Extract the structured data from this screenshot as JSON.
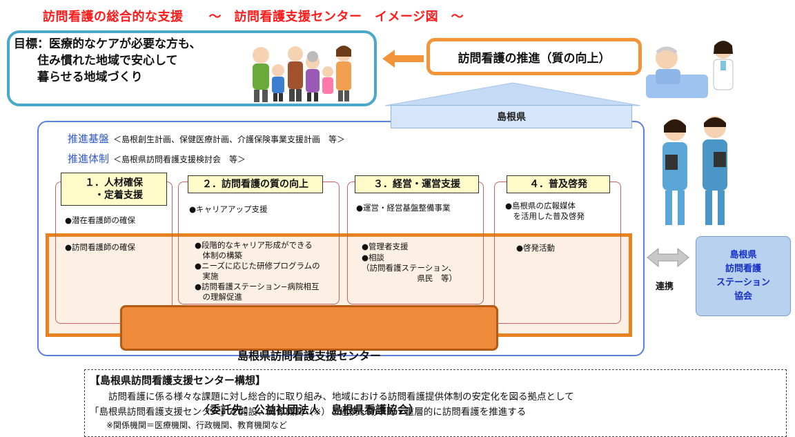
{
  "title": "訪問看護の総合的な支援　　～　訪問看護支援センター　イメージ図　～",
  "goal": {
    "text": "目標：医療的なケアが必要な方も、\n　　住み慣れた地域で安心して\n　　暮らせる地域づくり"
  },
  "promotion": {
    "label": "訪問看護の推進（質の向上）"
  },
  "prefecture": {
    "label": "島根県"
  },
  "basis": [
    {
      "label": "推進基盤",
      "detail": "＜島根創生計画、保健医療計画、介護保険事業支援計画　等＞"
    },
    {
      "label": "推進体制",
      "detail": "＜島根県訪問看護支援検討会　等＞"
    }
  ],
  "columns": [
    {
      "heading": "１．人材確保\n　・定着支援",
      "top_items": [
        "●潜在看護師の確保"
      ],
      "band_items": [
        "●訪問看護師の確保"
      ]
    },
    {
      "heading": "２．訪問看護の質の向上",
      "top_items": [
        "●キャリアアップ支援"
      ],
      "band_items": [
        "●段階的なキャリア形成ができる\n　体制の構築",
        "●ニーズに応じた研修プログラムの\n　実施",
        "●訪問看護ステーション−病院相互\n　の理解促進"
      ]
    },
    {
      "heading": "３．経営・運営支援",
      "top_items": [
        "●運営・経営基盤整備事業"
      ],
      "band_items": [
        "●管理者支援",
        "●相談\n（訪問看護ステーション、\n　　　　　　　県民　等）"
      ]
    },
    {
      "heading": "４．普及啓発",
      "top_items": [
        "●島根県の広報媒体\n　を活用した普及啓発"
      ],
      "band_items": [
        "●啓発活動"
      ]
    }
  ],
  "center": {
    "name": "島根県訪問看護支援センター",
    "sub": "（委託先：公益社団法人　島根県看護協会）"
  },
  "association": {
    "label": "島根県\n訪問看護\nステーション\n協会"
  },
  "link_label": "連携",
  "concept": {
    "title": "【島根県訪問看護支援センター構想】",
    "lines": [
      "　　訪問看護に係る様々な課題に対し総合的に取り組み、地域における訪問看護提供体制の安定化を図る拠点として",
      "「島根県訪問看護支援センター」を開設、関係機関（※）と連携し効率的・重層的に訪問看護を推進する",
      "　　※関係機関＝医療機関、行政機関、教育機関など"
    ]
  },
  "colors": {
    "title": "#ff1a1a",
    "accent_orange": "#e8811f",
    "goal_border": "#4aa9c9",
    "link_blue": "#2e59c9"
  }
}
